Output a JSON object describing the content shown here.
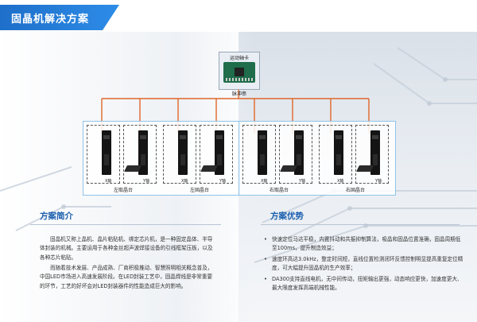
{
  "header": {
    "title": "固晶机解决方案"
  },
  "diagram": {
    "controller_label": "运动轴卡",
    "bus_label": "脉冲串",
    "axis_labels": [
      "X轴",
      "Y轴",
      "X轴",
      "Y轴",
      "X轴",
      "Y轴",
      "X轴",
      "Y轴"
    ],
    "groups": [
      {
        "left_label": "左取晶台",
        "right_label": "左固晶台"
      },
      {
        "left_label": "右取晶台",
        "right_label": "右固晶台"
      }
    ],
    "colors": {
      "line": "#e0662a",
      "group_border": "#8fc3e8",
      "accent": "#1e6fc9"
    }
  },
  "intro": {
    "title": "方案简介",
    "paragraphs": [
      "固晶机又称上晶机、晶片粘贴机、绑定芯片机，是一种固定晶体、半导体封装的机械。主要运用于各种金丝超声波焊接设备的引线框架压板，以及各种芯片粘贴。",
      "而随着技术发展、产品成熟、厂商积极推动、智慧照明相关概念普及，中国LED市场进入高速发展阶段。在LED封装工艺中，固晶焊线是非常重要的环节，工艺的好坏会对LED封装器件的性能造成巨大的影响。"
    ]
  },
  "advantages": {
    "title": "方案优势",
    "items": [
      "快速定位马达平稳，内置抖动和共振抑制算法，吸晶和固晶位置准确，固晶周期低至100ms，提升制造效益；",
      "速度环高达3.0kHz，整定时间短，直线位置检测闭环反馈控制明显提高重复定位精度，可大幅提升固晶机的生产效率；",
      "DA300支持直线电机，无中间传动，扭矩输出更强，动态响应更快，加速度更大、最大限度发挥高端机械性能。"
    ]
  }
}
